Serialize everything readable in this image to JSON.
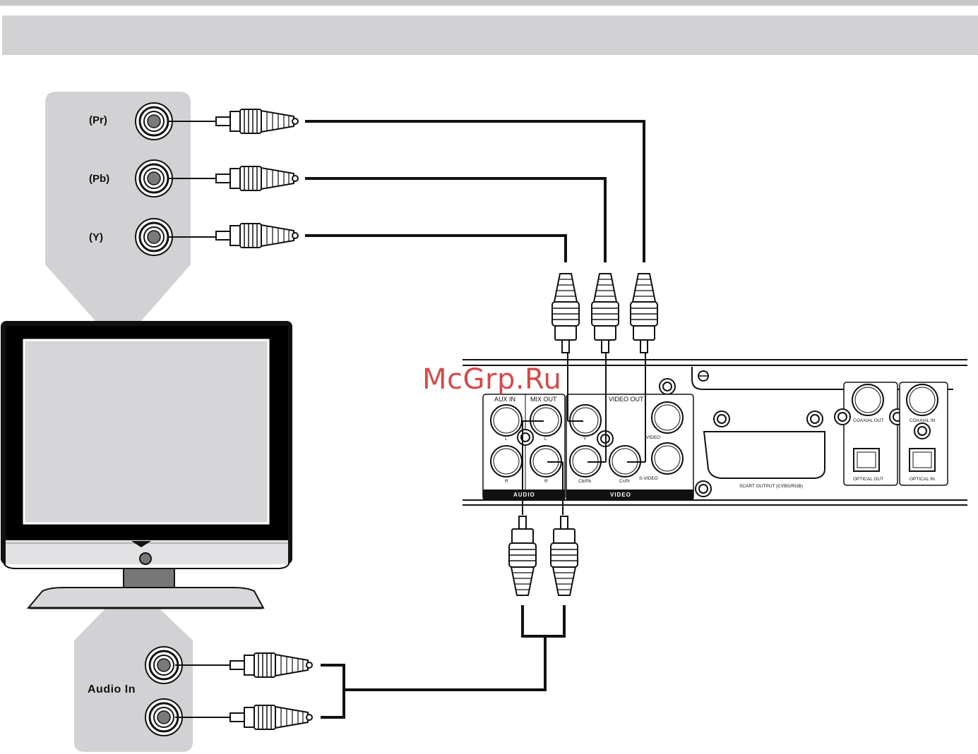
{
  "tv_component_inputs": {
    "pr_label": "(Pr)",
    "pb_label": "(Pb)",
    "y_label": "(Y)"
  },
  "tv_audio_inputs": {
    "label": "Audio In"
  },
  "player_panel": {
    "aux_in": "AUX IN",
    "mix_out": "MIX OUT",
    "video_out": "VIDEO OUT",
    "left_l": "L",
    "left_r": "R",
    "mix_l": "L",
    "mix_r": "R",
    "y": "Y",
    "cb_pb": "Cb/Pb",
    "cr_pr": "Cr/Pr",
    "video": "VIDEO",
    "s_video": "S-VIDEO",
    "audio_group": "AUDIO",
    "video_group": "VIDEO",
    "scart_output": "SCART OUTPUT (CVBS/RGB)",
    "coaxial_out": "COAXIAL OUT",
    "optical_out": "OPTICAL OUT",
    "coaxial_in": "COAXIAL IN",
    "optical_in": "OPTICAL IN"
  },
  "watermark": "McGrp.Ru"
}
